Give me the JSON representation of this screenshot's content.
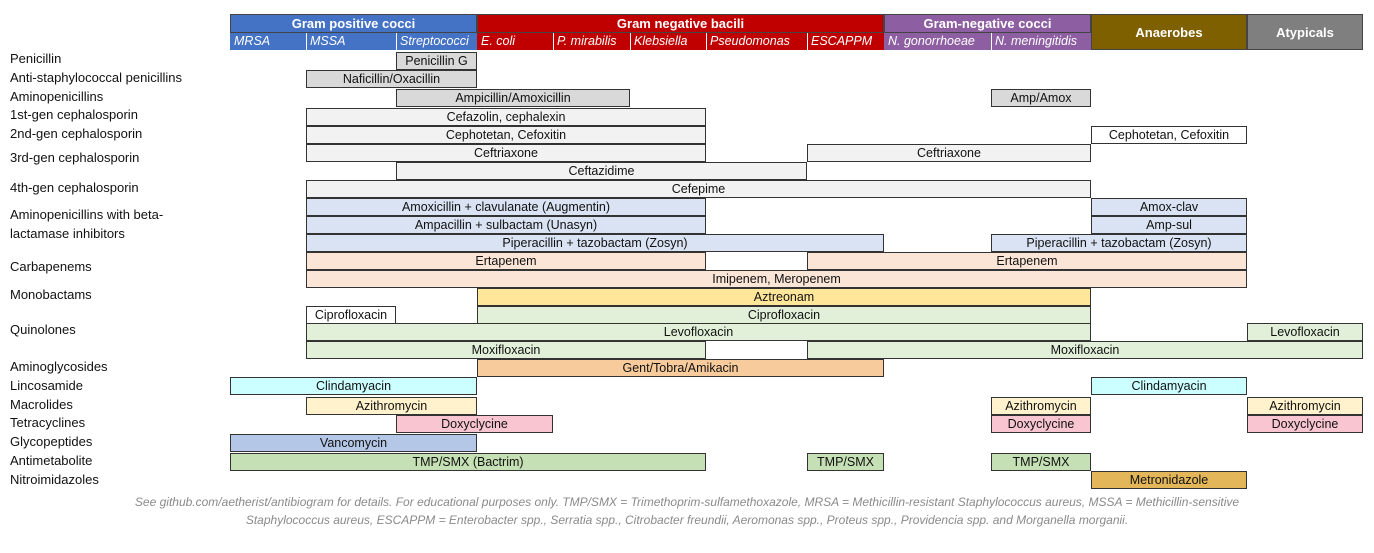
{
  "colors": {
    "gram_positive_cocci": "#4472c4",
    "gram_negative_bacili": "#c00000",
    "gram_negative_cocci": "#8e5ea2",
    "anaerobes": "#7f6000",
    "atypicals": "#7f7f7f",
    "gray_bar": "#d9d9d9",
    "light_bar": "#f2f2f2",
    "blue_bar": "#dae3f3",
    "salmon_bar": "#fbe5d6",
    "yellow_bar": "#ffe699",
    "green_bar": "#e2f0d9",
    "orange_bar": "#f8cb9c",
    "cyan_bar": "#ccffff",
    "cream_bar": "#fff2cc",
    "pink_bar": "#f8c5d0",
    "periwinkle_bar": "#b4c7e7",
    "olive_bar": "#c5e0b4",
    "gold_bar": "#e2b659"
  },
  "groups": [
    {
      "key": "gpc",
      "label": "Gram positive cocci",
      "color": "#4472c4",
      "subs": [
        "MRSA",
        "MSSA",
        "Streptococci"
      ]
    },
    {
      "key": "gnb",
      "label": "Gram negative bacili",
      "color": "#c00000",
      "subs": [
        "E. coli",
        "P. mirabilis",
        "Klebsiella",
        "Pseudomonas",
        "ESCAPPM"
      ]
    },
    {
      "key": "gnc",
      "label": "Gram-negative cocci",
      "color": "#8e5ea2",
      "subs": [
        "N. gonorrhoeae",
        "N. meningitidis"
      ]
    },
    {
      "key": "ana",
      "label": "Anaerobes",
      "color": "#7f6000",
      "subs": []
    },
    {
      "key": "aty",
      "label": "Atypicals",
      "color": "#7f7f7f",
      "subs": []
    }
  ],
  "rows": [
    {
      "key": "penicillin",
      "label": "Penicillin"
    },
    {
      "key": "anti_staph",
      "label": "Anti-staphylococcal penicillins"
    },
    {
      "key": "aminopenicillins",
      "label": "Aminopenicillins"
    },
    {
      "key": "gen1",
      "label": "1st-gen cephalosporin"
    },
    {
      "key": "gen2",
      "label": "2nd-gen cephalosporin"
    },
    {
      "key": "gen3",
      "label": "3rd-gen cephalosporin"
    },
    {
      "key": "gen4",
      "label": "4th-gen cephalosporin"
    },
    {
      "key": "bli",
      "label": "Aminopenicillins with beta-lactamase inhibitors"
    },
    {
      "key": "carbapenems",
      "label": "Carbapenems"
    },
    {
      "key": "monobactams",
      "label": "Monobactams"
    },
    {
      "key": "quinolones",
      "label": "Quinolones"
    },
    {
      "key": "aminoglycosides",
      "label": "Aminoglycosides"
    },
    {
      "key": "lincosamide",
      "label": "Lincosamide"
    },
    {
      "key": "macrolides",
      "label": "Macrolides"
    },
    {
      "key": "tetracyclines",
      "label": "Tetracyclines"
    },
    {
      "key": "glycopeptides",
      "label": "Glycopeptides"
    },
    {
      "key": "antimetabolite",
      "label": "Antimetabolite"
    },
    {
      "key": "nitroimidazoles",
      "label": "Nitroimidazoles"
    }
  ],
  "bars": [
    {
      "label": "Penicillin G",
      "color": "#d9d9d9"
    },
    {
      "label": "Naficillin/Oxacillin",
      "color": "#d9d9d9"
    },
    {
      "label": "Ampicillin/Amoxicillin",
      "color": "#d9d9d9"
    },
    {
      "label": "Amp/Amox",
      "color": "#d9d9d9"
    },
    {
      "label": "Cefazolin, cephalexin",
      "color": "#f2f2f2"
    },
    {
      "label": "Cephotetan, Cefoxitin",
      "color": "#f2f2f2"
    },
    {
      "label": "Cephotetan, Cefoxitin",
      "color": "#ffffff"
    },
    {
      "label": "Ceftriaxone",
      "color": "#f2f2f2"
    },
    {
      "label": "Ceftriaxone",
      "color": "#f2f2f2"
    },
    {
      "label": "Ceftazidime",
      "color": "#f2f2f2"
    },
    {
      "label": "Cefepime",
      "color": "#f2f2f2"
    },
    {
      "label": "Amoxicillin + clavulanate (Augmentin)",
      "color": "#dae3f3"
    },
    {
      "label": "Amox-clav",
      "color": "#dae3f3"
    },
    {
      "label": "Ampacillin + sulbactam (Unasyn)",
      "color": "#dae3f3"
    },
    {
      "label": "Amp-sul",
      "color": "#dae3f3"
    },
    {
      "label": "Piperacillin + tazobactam (Zosyn)",
      "color": "#dae3f3"
    },
    {
      "label": "Piperacillin + tazobactam (Zosyn)",
      "color": "#dae3f3"
    },
    {
      "label": "Ertapenem",
      "color": "#fbe5d6"
    },
    {
      "label": "Ertapenem",
      "color": "#fbe5d6"
    },
    {
      "label": "Imipenem, Meropenem",
      "color": "#fbe5d6"
    },
    {
      "label": "Aztreonam",
      "color": "#ffe699"
    },
    {
      "label": "Ciprofloxacin",
      "color": "#ffffff"
    },
    {
      "label": "Ciprofloxacin",
      "color": "#e2f0d9"
    },
    {
      "label": "Levofloxacin",
      "color": "#e2f0d9"
    },
    {
      "label": "Levofloxacin",
      "color": "#e2f0d9"
    },
    {
      "label": "Moxifloxacin",
      "color": "#e2f0d9"
    },
    {
      "label": "Moxifloxacin",
      "color": "#e2f0d9"
    },
    {
      "label": "Gent/Tobra/Amikacin",
      "color": "#f8cb9c"
    },
    {
      "label": "Clindamyacin",
      "color": "#ccffff"
    },
    {
      "label": "Clindamyacin",
      "color": "#ccffff"
    },
    {
      "label": "Azithromycin",
      "color": "#fff2cc"
    },
    {
      "label": "Azithromycin",
      "color": "#fff2cc"
    },
    {
      "label": "Azithromycin",
      "color": "#fff2cc"
    },
    {
      "label": "Doxyclycine",
      "color": "#f8c5d0"
    },
    {
      "label": "Doxyclycine",
      "color": "#f8c5d0"
    },
    {
      "label": "Doxyclycine",
      "color": "#f8c5d0"
    },
    {
      "label": "Vancomycin",
      "color": "#b4c7e7"
    },
    {
      "label": "TMP/SMX (Bactrim)",
      "color": "#c5e0b4"
    },
    {
      "label": "TMP/SMX",
      "color": "#c5e0b4"
    },
    {
      "label": "TMP/SMX",
      "color": "#c5e0b4"
    },
    {
      "label": "Metronidazole",
      "color": "#e2b659"
    }
  ],
  "footnote": {
    "line1": "See github.com/aetherist/antibiogram for details. For educational purposes only. TMP/SMX = Trimethoprim-sulfamethoxazole, MRSA = Methicillin-resistant Staphylococcus aureus, MSSA = Methicillin-sensitive",
    "line2": "Staphylococcus aureus, ESCAPPM = Enterobacter spp., Serratia spp., Citrobacter freundii, Aeromonas spp., Proteus spp., Providencia spp. and Morganella morganii."
  }
}
